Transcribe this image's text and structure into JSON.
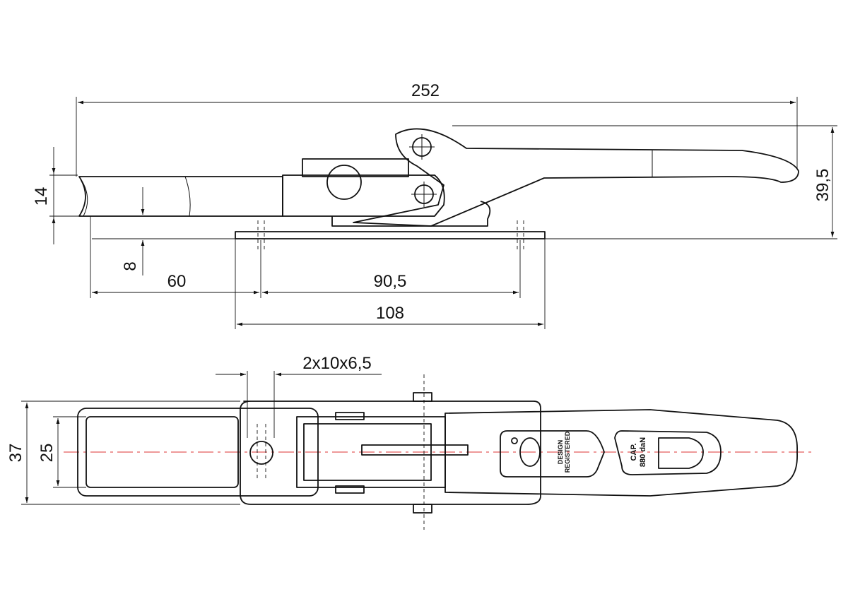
{
  "title": "Over-centre draw latch technical drawing",
  "side_view": {
    "dims": {
      "overall_length": "252",
      "bar_thickness": "14",
      "height": "39,5",
      "offset": "8",
      "to_hole": "60",
      "hole_spacing": "90,5",
      "base_length": "108"
    }
  },
  "top_view": {
    "dims": {
      "slots": "2x10x6,5",
      "outer_width": "37",
      "inner_width": "25"
    },
    "logo_text": "DESIGN REGISTERED",
    "logo_line1": "DESIGN",
    "logo_line2": "REGISTERED",
    "capacity_line1": "CAP.",
    "capacity_line2": "880 daN"
  },
  "colors": {
    "centerline": "#dd3333",
    "lines": "#111111"
  }
}
